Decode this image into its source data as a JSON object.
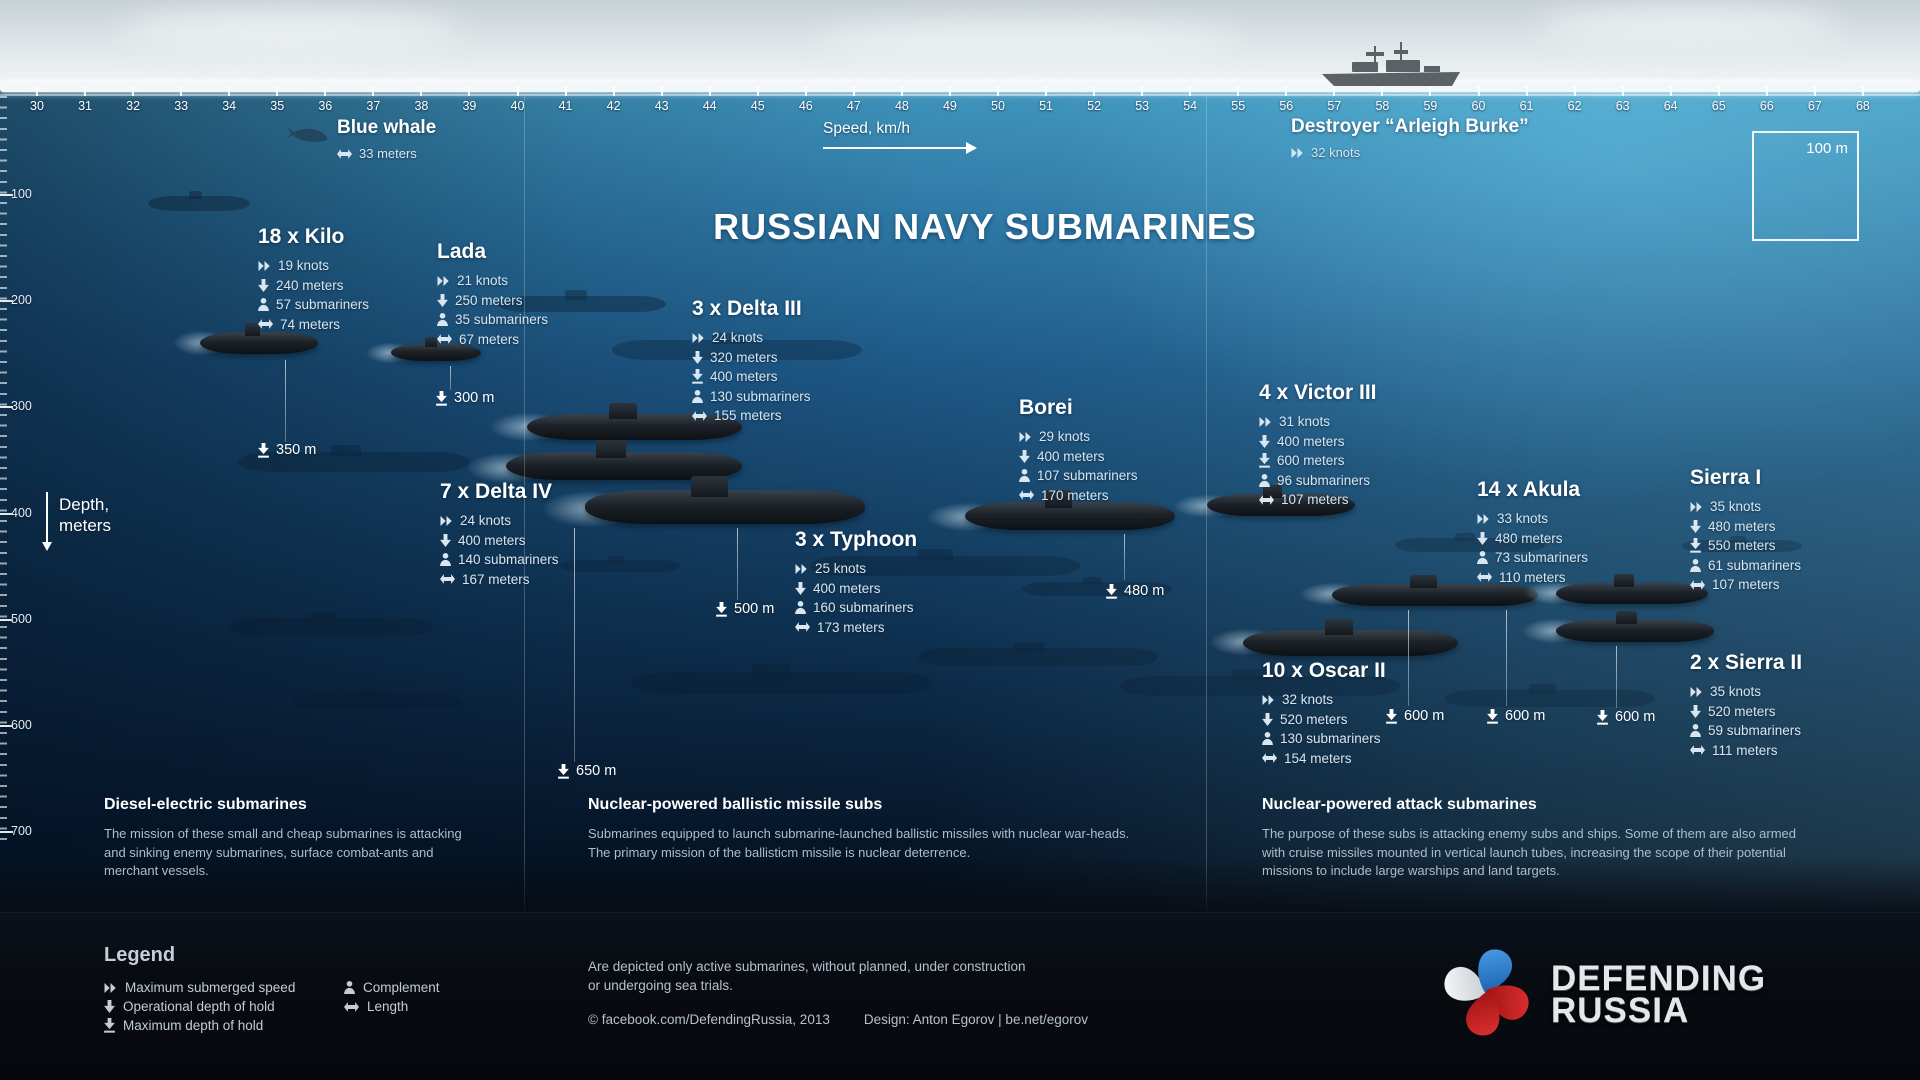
{
  "title": "RUSSIAN NAVY SUBMARINES",
  "ruler": {
    "label": "Speed, km/h",
    "start": 30,
    "end": 68
  },
  "depth_axis": {
    "label_line1": "Depth,",
    "label_line2": "meters",
    "ticks": [
      100,
      200,
      300,
      400,
      500,
      600,
      700
    ]
  },
  "surface": {
    "blue_whale": {
      "name": "Blue whale",
      "length": "33 meters"
    },
    "destroyer": {
      "name": "Destroyer “Arleigh Burke”",
      "speed": "32 knots"
    },
    "scale_box_label": "100 m"
  },
  "subs": [
    {
      "id": "kilo",
      "title": "18 x Kilo",
      "stats": [
        {
          "icon": "speed",
          "text": "19 knots"
        },
        {
          "icon": "depth",
          "text": "240 meters"
        },
        {
          "icon": "crew",
          "text": "57 submariners"
        },
        {
          "icon": "length",
          "text": "74 meters"
        }
      ]
    },
    {
      "id": "lada",
      "title": "Lada",
      "stats": [
        {
          "icon": "speed",
          "text": "21 knots"
        },
        {
          "icon": "depth",
          "text": "250 meters"
        },
        {
          "icon": "crew",
          "text": "35 submariners"
        },
        {
          "icon": "length",
          "text": "67 meters"
        }
      ]
    },
    {
      "id": "delta3",
      "title": "3 x Delta III",
      "stats": [
        {
          "icon": "speed",
          "text": "24 knots"
        },
        {
          "icon": "depth",
          "text": "320 meters"
        },
        {
          "icon": "maxdepth",
          "text": "400 meters"
        },
        {
          "icon": "crew",
          "text": "130 submariners"
        },
        {
          "icon": "length",
          "text": "155 meters"
        }
      ]
    },
    {
      "id": "delta4",
      "title": "7 x Delta IV",
      "stats": [
        {
          "icon": "speed",
          "text": "24 knots"
        },
        {
          "icon": "depth",
          "text": "400 meters"
        },
        {
          "icon": "crew",
          "text": "140 submariners"
        },
        {
          "icon": "length",
          "text": "167 meters"
        }
      ]
    },
    {
      "id": "typhoon",
      "title": "3 x Typhoon",
      "stats": [
        {
          "icon": "speed",
          "text": "25 knots"
        },
        {
          "icon": "depth",
          "text": "400 meters"
        },
        {
          "icon": "crew",
          "text": "160 submariners"
        },
        {
          "icon": "length",
          "text": "173 meters"
        }
      ]
    },
    {
      "id": "borei",
      "title": "Borei",
      "stats": [
        {
          "icon": "speed",
          "text": "29 knots"
        },
        {
          "icon": "depth",
          "text": "400 meters"
        },
        {
          "icon": "crew",
          "text": "107 submariners"
        },
        {
          "icon": "length",
          "text": "170 meters"
        }
      ]
    },
    {
      "id": "victor3",
      "title": "4 x Victor III",
      "stats": [
        {
          "icon": "speed",
          "text": "31 knots"
        },
        {
          "icon": "depth",
          "text": "400 meters"
        },
        {
          "icon": "maxdepth",
          "text": "600 meters"
        },
        {
          "icon": "crew",
          "text": "96 submariners"
        },
        {
          "icon": "length",
          "text": "107 meters"
        }
      ]
    },
    {
      "id": "akula",
      "title": "14 x Akula",
      "stats": [
        {
          "icon": "speed",
          "text": "33 knots"
        },
        {
          "icon": "depth",
          "text": "480 meters"
        },
        {
          "icon": "crew",
          "text": "73 submariners"
        },
        {
          "icon": "length",
          "text": "110 meters"
        }
      ]
    },
    {
      "id": "sierra1",
      "title": "Sierra I",
      "stats": [
        {
          "icon": "speed",
          "text": "35 knots"
        },
        {
          "icon": "depth",
          "text": "480 meters"
        },
        {
          "icon": "maxdepth",
          "text": "550 meters"
        },
        {
          "icon": "crew",
          "text": "61 submariners"
        },
        {
          "icon": "length",
          "text": "107 meters"
        }
      ]
    },
    {
      "id": "oscar2",
      "title": "10 x Oscar II",
      "stats": [
        {
          "icon": "speed",
          "text": "32 knots"
        },
        {
          "icon": "depth",
          "text": "520 meters"
        },
        {
          "icon": "crew",
          "text": "130 submariners"
        },
        {
          "icon": "length",
          "text": "154 meters"
        }
      ]
    },
    {
      "id": "sierra2",
      "title": "2 x Sierra II",
      "stats": [
        {
          "icon": "speed",
          "text": "35 knots"
        },
        {
          "icon": "depth",
          "text": "520 meters"
        },
        {
          "icon": "crew",
          "text": "59 submariners"
        },
        {
          "icon": "length",
          "text": "111 meters"
        }
      ]
    }
  ],
  "depth_markers": [
    {
      "id": "kilo-350",
      "label": "350 m"
    },
    {
      "id": "lada-300",
      "label": "300 m"
    },
    {
      "id": "delta-650",
      "label": "650 m"
    },
    {
      "id": "typhoon-500",
      "label": "500 m"
    },
    {
      "id": "borei-480",
      "label": "480 m"
    },
    {
      "id": "victor-600",
      "label": "600 m"
    },
    {
      "id": "akula-600",
      "label": "600 m"
    },
    {
      "id": "sierra-600",
      "label": "600 m"
    }
  ],
  "sections": [
    {
      "heading": "Diesel-electric submarines",
      "body": "The mission of these small and cheap submarines is attacking and sinking enemy submarines, surface combat-ants and merchant vessels."
    },
    {
      "heading": "Nuclear-powered ballistic missile subs",
      "body": "Submarines equipped to launch submarine-launched ballistic missiles with nuclear war-heads.  The primary mission of the ballisticm missile is nuclear deterrence."
    },
    {
      "heading": "Nuclear-powered attack submarines",
      "body": "The purpose of these subs is attacking enemy subs and ships. Some of them are also armed with cruise missiles mounted in vertical launch tubes, increasing the scope of their potential missions to include large warships and land targets."
    }
  ],
  "legend": {
    "heading": "Legend",
    "items": [
      {
        "icon": "speed",
        "text": "Maximum submerged speed"
      },
      {
        "icon": "depth",
        "text": "Operational depth of hold"
      },
      {
        "icon": "maxdepth",
        "text": "Maximum depth of hold"
      },
      {
        "icon": "crew",
        "text": "Complement"
      },
      {
        "icon": "length",
        "text": "Length"
      }
    ]
  },
  "footer": {
    "note_line1": "Are depicted only active submarines, without planned, under construction",
    "note_line2": "or undergoing sea trials.",
    "credit_left": "© facebook.com/DefendingRussia, 2013",
    "credit_right": "Design: Anton Egorov | be.net/egorov",
    "logo_line1": "DEFENDING",
    "logo_line2": "RUSSIA"
  },
  "colors": {
    "flag_white": "#eef0f2",
    "flag_blue": "#2f7cc4",
    "flag_red": "#d62b2b",
    "stat_text": "#d7e6f0",
    "body_text": "#aebdc9"
  }
}
